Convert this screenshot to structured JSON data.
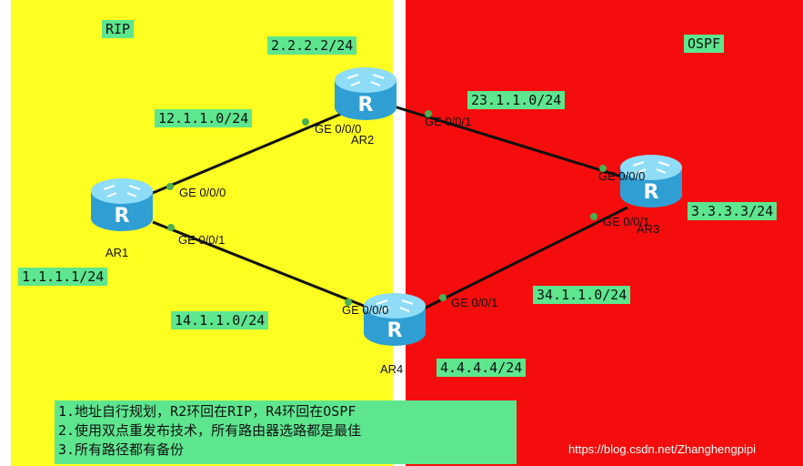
{
  "zones": {
    "left_label": "RIP",
    "right_label": "OSPF"
  },
  "routers": {
    "ar1": {
      "name": "AR1",
      "loopback": "1.1.1.1/24"
    },
    "ar2": {
      "name": "AR2",
      "loopback": "2.2.2.2/24"
    },
    "ar3": {
      "name": "AR3",
      "loopback": "3.3.3.3/24"
    },
    "ar4": {
      "name": "AR4",
      "loopback": "4.4.4.4/24"
    }
  },
  "links": {
    "ar1_ar2": "12.1.1.0/24",
    "ar2_ar3": "23.1.1.0/24",
    "ar1_ar4": "14.1.1.0/24",
    "ar3_ar4": "34.1.1.0/24"
  },
  "interfaces": {
    "ar1_ge000": "GE 0/0/0",
    "ar1_ge001": "GE 0/0/1",
    "ar2_ge000": "GE 0/0/0",
    "ar2_ge001": "GE 0/0/1",
    "ar3_ge000": "GE 0/0/0",
    "ar3_ge001": "GE 0/0/1",
    "ar4_ge000": "GE 0/0/0",
    "ar4_ge001": "GE 0/0/1"
  },
  "router_icon_letter": "R",
  "notes": [
    "1.地址自行规划，R2环回在RIP，R4环回在OSPF",
    "2.使用双点重发布技术，所有路由器选路都是最佳",
    "3.所有路径都有备份"
  ],
  "watermark": "https://blog.csdn.net/Zhanghengpipi",
  "colors": {
    "rip_zone": "#ffff22",
    "ospf_zone": "#f50d0d",
    "label_bg": "#5ee68f",
    "router_body": "#3fb8e8",
    "port_dot": "#4caf50"
  }
}
